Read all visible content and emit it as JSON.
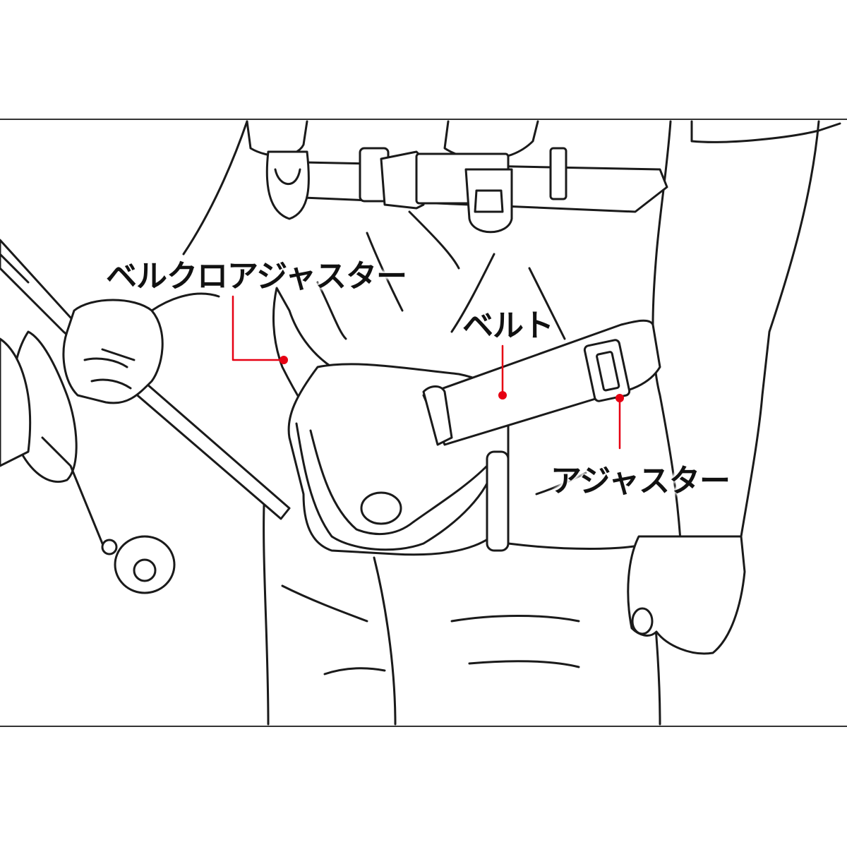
{
  "labels": {
    "velcro_adjuster": "ベルクロアジャスター",
    "belt": "ベルト",
    "adjuster": "アジャスター"
  },
  "colors": {
    "leader": "#e60012",
    "line_art": "#1a1a1a",
    "background": "#ffffff"
  }
}
